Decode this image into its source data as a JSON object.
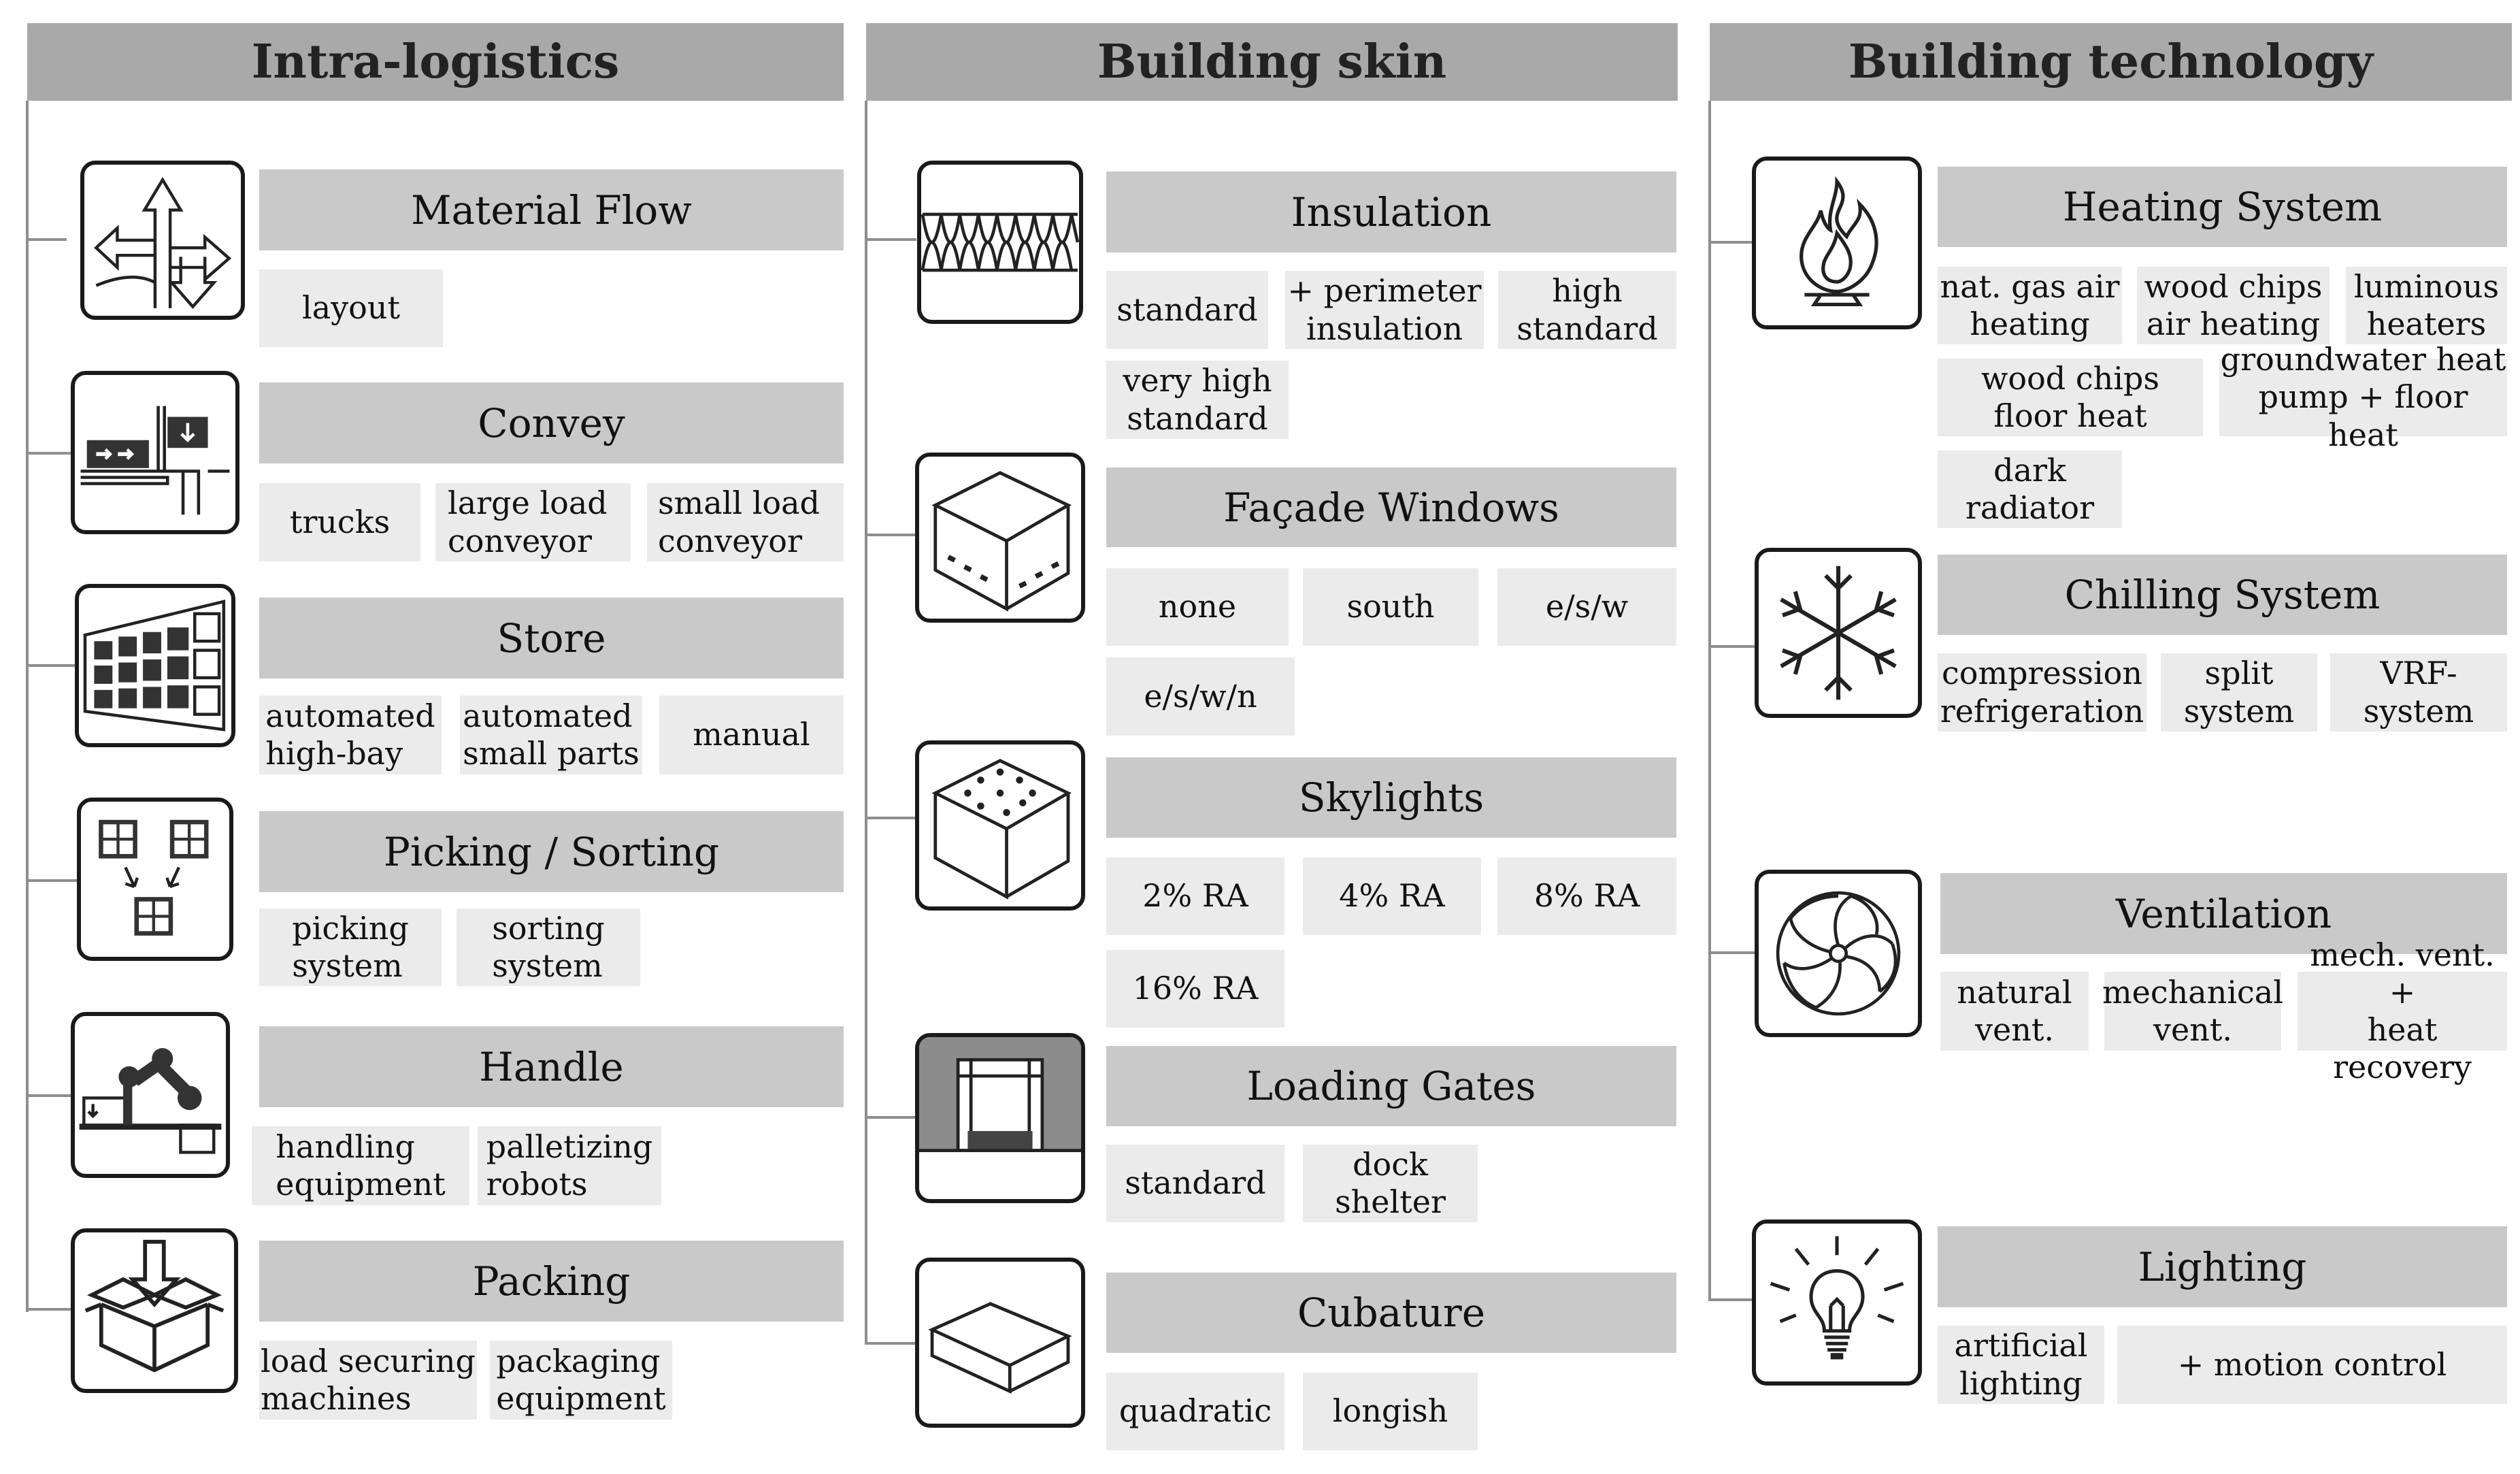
{
  "columns": [
    {
      "title": "Intra-logistics",
      "categories": [
        {
          "title": "Material Flow",
          "icon": "material-flow-arrows-icon",
          "options": [
            "layout"
          ]
        },
        {
          "title": "Convey",
          "icon": "conveyor-icon",
          "options": [
            "trucks",
            "large load\nconveyor",
            "small load\nconveyor"
          ]
        },
        {
          "title": "Store",
          "icon": "storage-rack-icon",
          "options": [
            "automated\nhigh-bay",
            "automated\nsmall parts",
            "manual"
          ]
        },
        {
          "title": "Picking / Sorting",
          "icon": "picking-sorting-icon",
          "options": [
            "picking\nsystem",
            "sorting\nsystem"
          ]
        },
        {
          "title": "Handle",
          "icon": "robot-arm-icon",
          "options": [
            "handling\nequipment",
            "palletizing\nrobots"
          ]
        },
        {
          "title": "Packing",
          "icon": "open-box-icon",
          "options": [
            "load securing\nmachines",
            "packaging\nequipment"
          ]
        }
      ]
    },
    {
      "title": "Building skin",
      "categories": [
        {
          "title": "Insulation",
          "icon": "insulation-layer-icon",
          "options": [
            "standard",
            "+ perimeter\ninsulation",
            "high\nstandard",
            "very high\nstandard"
          ]
        },
        {
          "title": "Façade Windows",
          "icon": "facade-windows-icon",
          "options": [
            "none",
            "south",
            "e/s/w",
            "e/s/w/n"
          ]
        },
        {
          "title": "Skylights",
          "icon": "skylights-icon",
          "options": [
            "2% RA",
            "4% RA",
            "8% RA",
            "16% RA"
          ]
        },
        {
          "title": "Loading Gates",
          "icon": "loading-gate-icon",
          "options": [
            "standard",
            "dock\nshelter"
          ]
        },
        {
          "title": "Cubature",
          "icon": "cubature-block-icon",
          "options": [
            "quadratic",
            "longish"
          ]
        }
      ]
    },
    {
      "title": "Building technology",
      "categories": [
        {
          "title": "Heating System",
          "icon": "flame-icon",
          "options": [
            "nat. gas air\nheating",
            "wood chips\nair heating",
            "luminous\nheaters",
            "wood chips\nfloor heat",
            "groundwater heat\npump + floor heat",
            "dark\nradiator"
          ]
        },
        {
          "title": "Chilling System",
          "icon": "snowflake-icon",
          "options": [
            "compression\nrefrigeration",
            "split\nsystem",
            "VRF-\nsystem"
          ]
        },
        {
          "title": "Ventilation",
          "icon": "fan-icon",
          "options": [
            "natural\nvent.",
            "mechanical\nvent.",
            "mech. vent. +\nheat recovery"
          ]
        },
        {
          "title": "Lighting",
          "icon": "light-bulb-icon",
          "options": [
            "artificial\nlighting",
            "+ motion control"
          ]
        }
      ]
    }
  ]
}
